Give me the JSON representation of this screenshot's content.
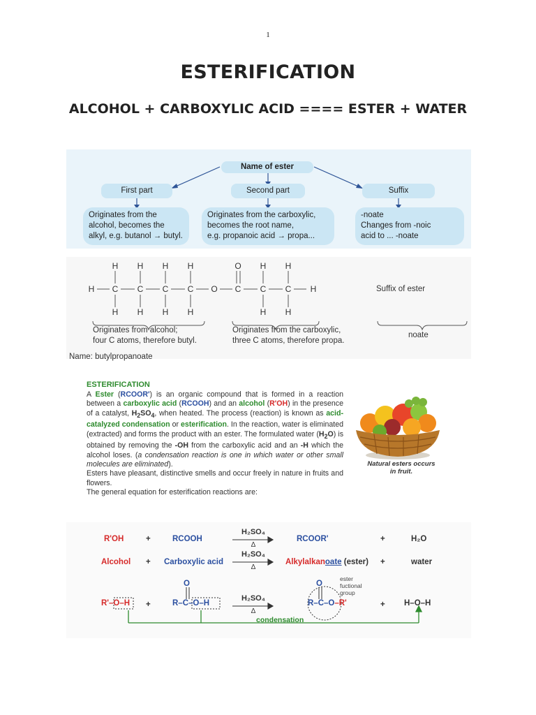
{
  "page": {
    "number": "1",
    "title": "ESTERIFICATION",
    "equation_title": "ALCOHOL + CARBOXYLIC ACID ==== ESTER + WATER"
  },
  "naming": {
    "root": "Name of ester",
    "parts": [
      {
        "label": "First part",
        "text": [
          "Originates from the",
          "alcohol, becomes the",
          "alkyl, e.g. butanol → butyl."
        ]
      },
      {
        "label": "Second part",
        "text": [
          "Originates from the carboxylic,",
          "becomes the root name,",
          "e.g. propanoic acid → propa..."
        ]
      },
      {
        "label": "Suffix",
        "text": [
          "-noate",
          "Changes from -noic",
          "acid to ... -noate"
        ]
      }
    ]
  },
  "structure": {
    "suffix_label": "Suffix of ester",
    "alcohol_caption": [
      "Originates from alcohol;",
      "four C atoms, therefore butyl."
    ],
    "acid_caption": [
      "Originates from the carboxylic,",
      "three C atoms, therefore propa."
    ],
    "suffix_caption": "noate",
    "name": "Name: butylpropanoate"
  },
  "text": {
    "heading": "ESTERIFICATION",
    "fruit_caption": [
      "Natural esters occurs",
      "in fruit."
    ],
    "general": "The general equation for esterification reactions are:"
  },
  "equations": {
    "row1": {
      "a": "R'OH",
      "b": "RCOOH",
      "cat": "H₂SO₄",
      "heat": "Δ",
      "c": "RCOOR'",
      "d": "H₂O"
    },
    "row2": {
      "a": "Alcohol",
      "b": "Carboxylic acid",
      "cat": "H₂SO₄",
      "heat": "Δ",
      "c1": "Alkylalkan",
      "c2": "oate",
      "c3": " (ester)",
      "d": "water"
    },
    "row3": {
      "cat": "H₂SO₄",
      "heat": "Δ",
      "group_label": [
        "ester",
        "fuctional",
        "group"
      ],
      "d": "H–O–H",
      "condensation": "condensation"
    },
    "plus": "+"
  },
  "colors": {
    "panel_blue": "#eaf4fa",
    "pill_blue": "#cbe6f4",
    "green": "#2e8b2e",
    "red": "#d62a2a",
    "blue": "#2b4fa0"
  }
}
